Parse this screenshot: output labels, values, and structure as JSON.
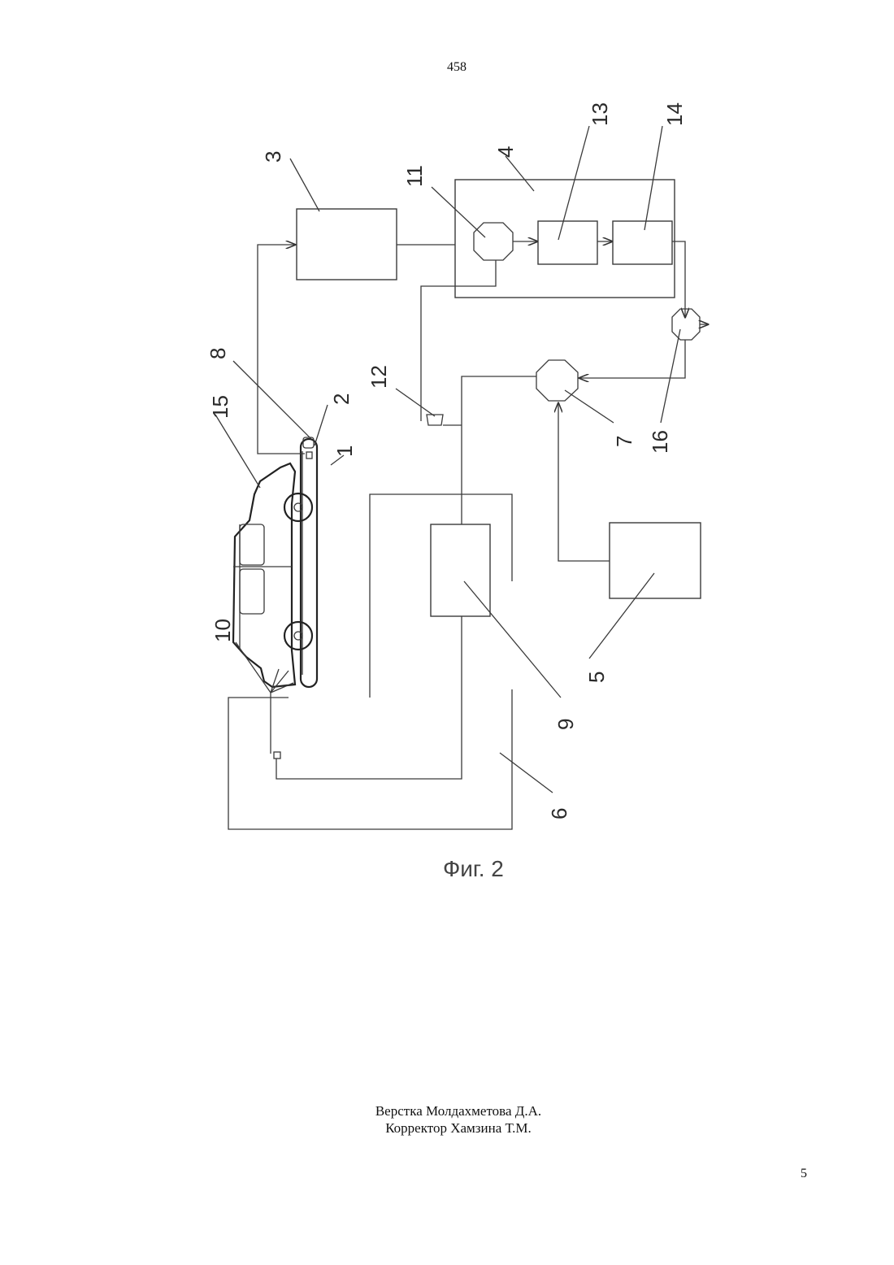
{
  "page": {
    "top_number": "458",
    "bottom_number": "5"
  },
  "figure": {
    "caption": "Фиг. 2",
    "labels": {
      "l1": "1",
      "l2": "2",
      "l3": "3",
      "l4": "4",
      "l5": "5",
      "l6": "6",
      "l7": "7",
      "l8": "8",
      "l9": "9",
      "l10": "10",
      "l11": "11",
      "l12": "12",
      "l13": "13",
      "l14": "14",
      "l15": "15",
      "l16": "16"
    }
  },
  "credits": {
    "layout": "Верстка Молдахметова Д.А.",
    "proofreader": "Корректор Хамзина Т.М."
  }
}
